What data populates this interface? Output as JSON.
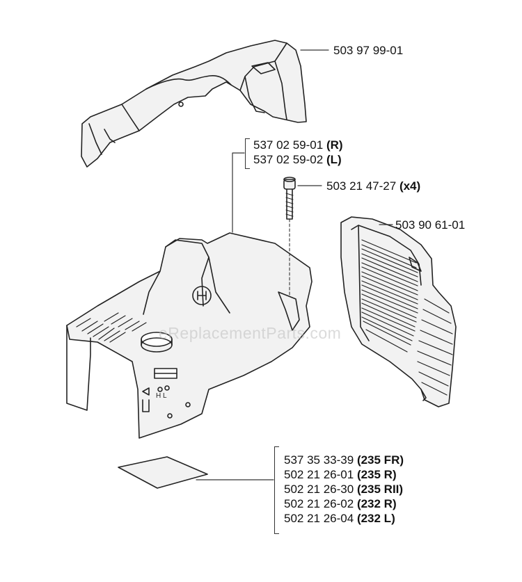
{
  "watermark": "eReplacementParts.com",
  "callouts": [
    {
      "id": "top-cover",
      "parts": [
        {
          "pn": "503 97 99-01",
          "note": ""
        }
      ]
    },
    {
      "id": "cylinder-cover",
      "parts": [
        {
          "pn": "537 02 59-01",
          "note": "(R)"
        },
        {
          "pn": "537 02 59-02",
          "note": "(L)"
        }
      ]
    },
    {
      "id": "screw",
      "parts": [
        {
          "pn": "503 21 47-27",
          "note": "(x4)"
        }
      ]
    },
    {
      "id": "air-grille",
      "parts": [
        {
          "pn": "503 90 61-01",
          "note": ""
        }
      ]
    },
    {
      "id": "decal",
      "parts": [
        {
          "pn": "537 35 33-39",
          "note": "(235 FR)"
        },
        {
          "pn": "502 21 26-01",
          "note": "(235 R)"
        },
        {
          "pn": "502 21 26-30",
          "note": "(235 RII)"
        },
        {
          "pn": "502 21 26-02",
          "note": "(232 R)"
        },
        {
          "pn": "502 21 26-04",
          "note": "(232 L)"
        }
      ]
    }
  ],
  "cover_markings": {
    "switch_letters": "H L"
  }
}
